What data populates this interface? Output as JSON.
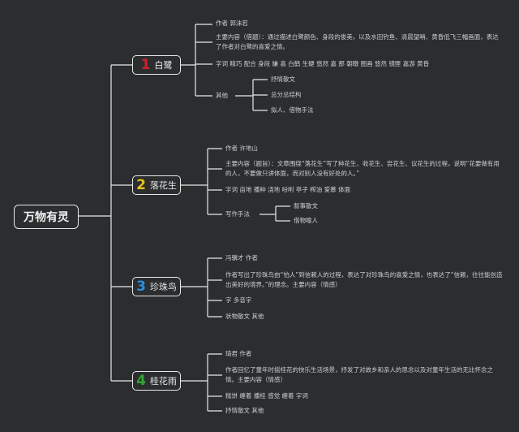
{
  "root": {
    "label": "万物有灵"
  },
  "chapters": [
    {
      "num": "1",
      "num_color": "#d0202a",
      "title": "白鹭",
      "items": [
        "作者 郭沫若",
        "主要内容（借题）：通过描述白鹭颜色、身段的俊美，以及水田钓鱼、清晨望哨、黄昏低飞三幅画面，表达了作者对白鹭的喜爱之情。",
        "字词 精巧 配合 身段 嫌 喜 白鹤 生硬 悠然 嘉 那 朝暾 图画 悠然 镜匣 嘉游 黄昏",
        "其他",
        "抒情散文",
        "总分总结构",
        "拟人、借物手法"
      ]
    },
    {
      "num": "2",
      "num_color": "#e8c21a",
      "title": "落花生",
      "items": [
        "作者 许地山",
        "主要内容（题旨）：文章围绕“落花生”写了种花生、收花生、尝花生、议花生的过程，说明“花要做有用的人，不要做只讲体面，而对别人没有好处的人。”",
        "字词 亩地 播种 浇地 吩咐 亭子 榨油 爱慕 体面",
        "写作手法",
        "叙事散文",
        "借物喻人"
      ]
    },
    {
      "num": "3",
      "num_color": "#2f8fd8",
      "title": "珍珠鸟",
      "items": [
        "冯骥才 作者",
        "作者写出了珍珠鸟由“怕人”到信赖人的过程，表达了对珍珠鸟的喜爱之情，也表达了“信赖，往往能创造出美好的境界。”的理念。主要内容（情感）",
        "字 多音字",
        "状物散文 其他"
      ]
    },
    {
      "num": "4",
      "num_color": "#2fa82f",
      "title": "桂花雨",
      "items": [
        "琦君 作者",
        "作者回忆了童年时摇桂花的快乐生活场景，抒发了对故乡和亲人的思念以及对童年生活的无比怀念之情。主要内容（情感）",
        "糕饼 缠着 播桂 感觉 缠着 字词",
        "抒情散文 其他"
      ]
    }
  ]
}
